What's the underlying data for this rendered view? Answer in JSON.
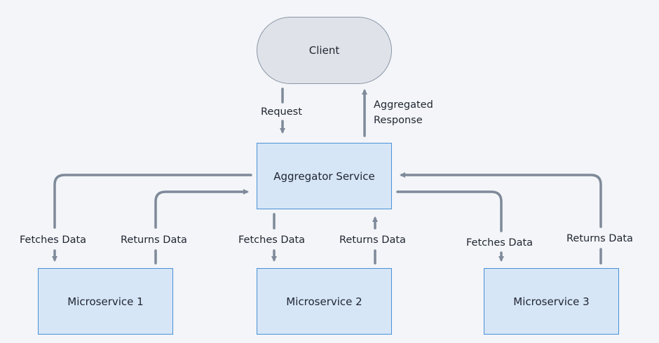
{
  "nodes": {
    "client": "Client",
    "aggregator": "Aggregator Service",
    "ms1": "Microservice 1",
    "ms2": "Microservice 2",
    "ms3": "Microservice 3"
  },
  "edges": {
    "request": "Request",
    "aggregated_line1": "Aggregated",
    "aggregated_line2": "Response",
    "fetch1": "Fetches Data",
    "return1": "Returns Data",
    "fetch2": "Fetches Data",
    "return2": "Returns Data",
    "fetch3": "Fetches Data",
    "return3": "Returns Data"
  },
  "colors": {
    "background": "#f3f5f8",
    "client_fill": "#dfe3e9",
    "client_border": "#8a96a6",
    "service_fill": "#d6e6f6",
    "service_border": "#4a90d9",
    "connector": "#7e8a99"
  }
}
